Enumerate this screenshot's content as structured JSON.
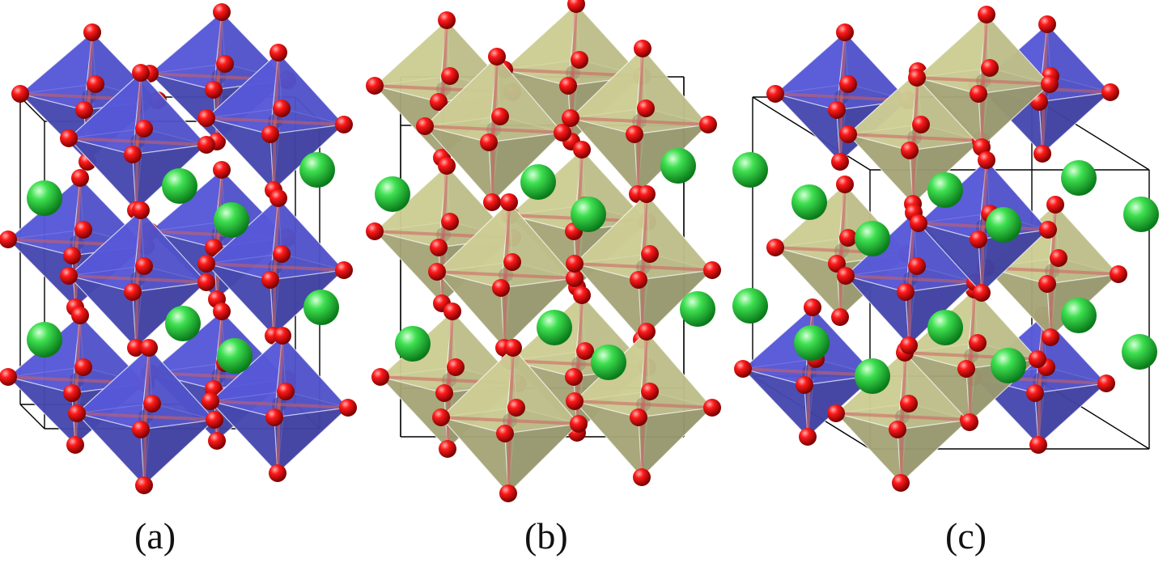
{
  "colors": {
    "octahedron_blue": "#5a5ce0",
    "octahedron_khaki": "#d4d49a",
    "oxygen_red": "#e00000",
    "cation_green": "#22c03a",
    "cell_edges": "#000000"
  },
  "panels": [
    {
      "label": "(a)",
      "octahedra": [
        "blue"
      ]
    },
    {
      "label": "(b)",
      "octahedra": [
        "khaki"
      ]
    },
    {
      "label": "(c)",
      "octahedra": [
        "blue",
        "khaki"
      ]
    }
  ]
}
